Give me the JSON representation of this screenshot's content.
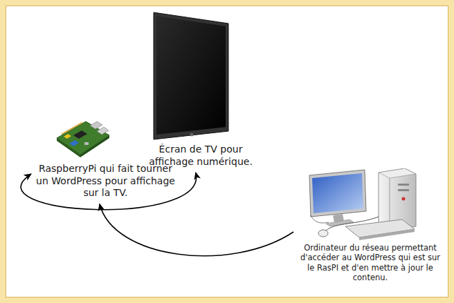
{
  "diagram": {
    "nodes": [
      {
        "text": [
          "Écran de TV pour affichage numérique."
        ]
      },
      {
        "text": [
          "RaspberryPi qui fait tourner un WordPress pour affichage sur la TV."
        ]
      },
      {
        "text": [
          "Ordinateur du réseau permettant d'accéder au WordPress qui est sur le RasPI et d'en mettre à jour le contenu."
        ]
      }
    ],
    "edges": [
      {
        "from": 1,
        "to": 0,
        "arrow": "both"
      },
      {
        "from": 2,
        "to": 1,
        "arrow": "to"
      }
    ]
  }
}
